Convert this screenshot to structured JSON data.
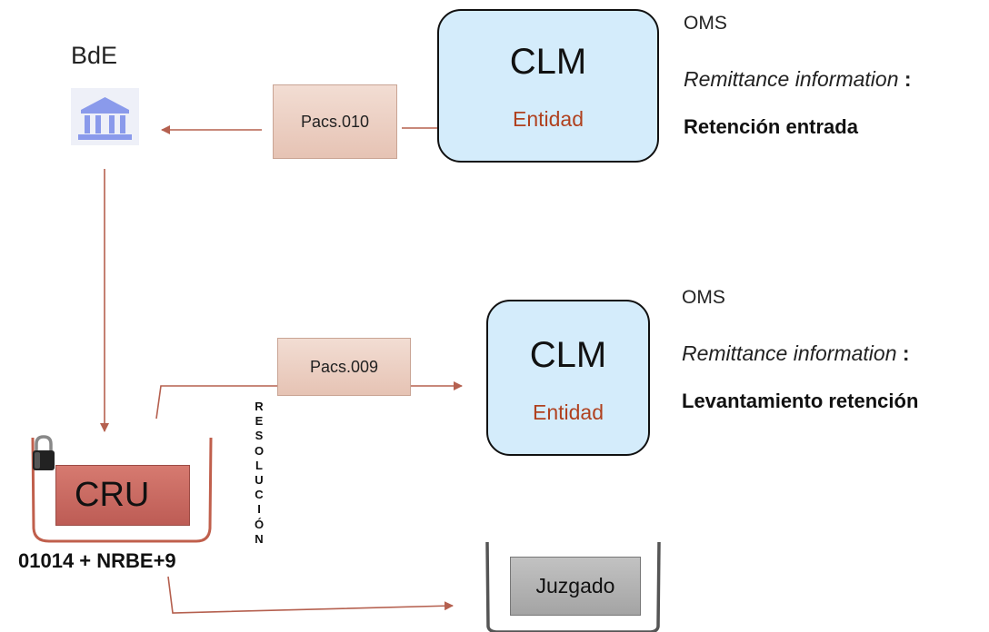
{
  "bde": {
    "label": "BdE",
    "icon": "bank-icon"
  },
  "messages": {
    "pacs010": "Pacs.010",
    "pacs009": "Pacs.009"
  },
  "clm_top": {
    "title": "CLM",
    "entity": "Entidad"
  },
  "clm_bottom": {
    "title": "CLM",
    "entity": "Entidad"
  },
  "oms_top": {
    "header": "OMS",
    "remittance_label": "Remittance information",
    "colon": ":",
    "detail": "Retención entrada"
  },
  "oms_bottom": {
    "header": "OMS",
    "remittance_label": "Remittance information",
    "colon": ":",
    "detail": "Levantamiento retención"
  },
  "cru": {
    "label": "CRU",
    "code": "01014 + NRBE+9",
    "icon": "lock-icon"
  },
  "resolucion": [
    "R",
    "E",
    "S",
    "O",
    "L",
    "U",
    "C",
    "I",
    "Ó",
    "N"
  ],
  "juzgado": {
    "label": "Juzgado"
  },
  "colors": {
    "arrow": "#b5604f",
    "clm_fill": "#d4ecfb",
    "entity_text": "#b0411f",
    "cru_fill": "#c9665d",
    "bank_icon": "#8a9aeb"
  }
}
